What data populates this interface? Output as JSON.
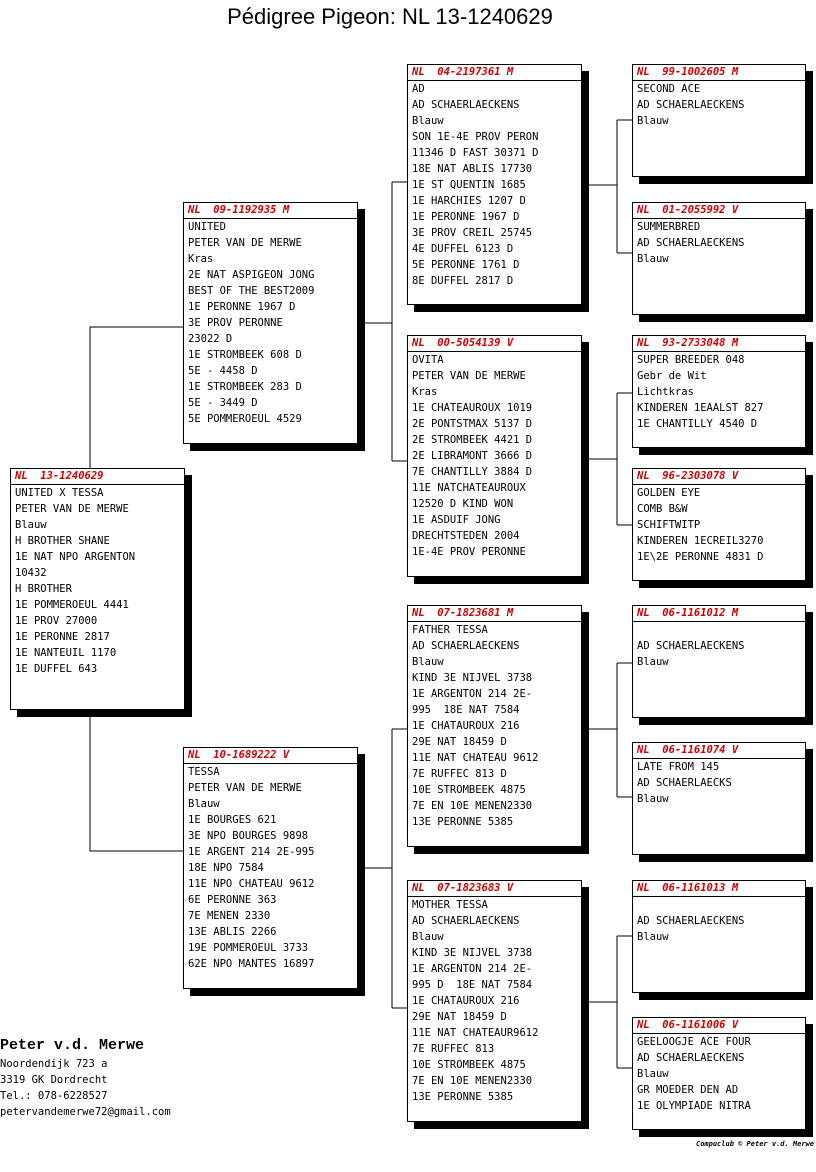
{
  "title": "Pédigree Pigeon: NL  13-1240629",
  "cards": {
    "subject": {
      "ring": "NL  13-1240629",
      "lines": [
        "UNITED X TESSA",
        "PETER VAN DE MERWE",
        "Blauw",
        "H BROTHER SHANE",
        "1E NAT NPO ARGENTON",
        "10432",
        "H BROTHER",
        "1E POMMEROEUL 4441",
        "1E PROV 27000",
        "1E PERONNE 2817",
        "1E NANTEUIL 1170",
        "1E DUFFEL 643"
      ]
    },
    "sire": {
      "ring": "NL  09-1192935 M",
      "lines": [
        "UNITED",
        "PETER VAN DE MERWE",
        "Kras",
        "2E NAT ASPIGEON JONG",
        "BEST OF THE BEST2009",
        "1E PERONNE 1967 D",
        "3E PROV PERONNE",
        "23022 D",
        "1E STROMBEEK 608 D",
        "5E - 4458 D",
        "1E STROMBEEK 283 D",
        "5E - 3449 D",
        "5E POMMEROEUL 4529"
      ]
    },
    "dam": {
      "ring": "NL  10-1689222 V",
      "lines": [
        "TESSA",
        "PETER VAN DE MERWE",
        "Blauw",
        "1E BOURGES 621",
        "3E NPO BOURGES 9898",
        "1E ARGENT 214 2E-995",
        "18E NPO 7584",
        "11E NPO CHATEAU 9612",
        "6E PERONNE 363",
        "7E MENEN 2330",
        "13E ABLIS 2266",
        "19E POMMEROEUL 3733",
        "62E NPO MANTES 16897"
      ]
    },
    "ss": {
      "ring": "NL  04-2197361 M",
      "lines": [
        "AD",
        "AD SCHAERLAECKENS",
        "Blauw",
        "SON 1E-4E PROV PERON",
        "11346 D FAST 30371 D",
        "18E NAT ABLIS 17730",
        "1E ST QUENTIN 1685",
        "1E HARCHIES 1207 D",
        "1E PERONNE 1967 D",
        "3E PROV CREIL 25745",
        "4E DUFFEL 6123 D",
        "5E PERONNE 1761 D",
        "8E DUFFEL 2817 D"
      ]
    },
    "sd": {
      "ring": "NL  00-5054139 V",
      "lines": [
        "OVITA",
        "PETER VAN DE MERWE",
        "Kras",
        "1E CHATEAUROUX 1019",
        "2E PONTSTMAX 5137 D",
        "2E STROMBEEK 4421 D",
        "2E LIBRAMONT 3666 D",
        "7E CHANTILLY 3884 D",
        "11E NATCHATEAUROUX",
        "12520 D KIND WON",
        "1E ASDUIF JONG",
        "DRECHTSTEDEN 2004",
        "1E-4E PROV PERONNE"
      ]
    },
    "ds": {
      "ring": "NL  07-1823681 M",
      "lines": [
        "FATHER TESSA",
        "AD SCHAERLAECKENS",
        "Blauw",
        "KIND 3E NIJVEL 3738",
        "1E ARGENTON 214 2E-",
        "995  18E NAT 7584",
        "1E CHATAUROUX 216",
        "29E NAT 18459 D",
        "11E NAT CHATEAU 9612",
        "7E RUFFEC 813 D",
        "10E STROMBEEK 4875",
        "7E EN 10E MENEN2330",
        "13E PERONNE 5385"
      ]
    },
    "dd": {
      "ring": "NL  07-1823683 V",
      "lines": [
        "MOTHER TESSA",
        "AD SCHAERLAECKENS",
        "Blauw",
        "KIND 3E NIJVEL 3738",
        "1E ARGENTON 214 2E-",
        "995 D  18E NAT 7584",
        "1E CHATAUROUX 216",
        "29E NAT 18459 D",
        "11E NAT CHATEAUR9612",
        "7E RUFFEC 813",
        "10E STROMBEEK 4875",
        "7E EN 10E MENEN2330",
        "13E PERONNE 5385"
      ]
    },
    "sss": {
      "ring": "NL  99-1002605 M",
      "lines": [
        "SECOND ACE",
        "AD SCHAERLAECKENS",
        "Blauw"
      ]
    },
    "ssd": {
      "ring": "NL  01-2055992 V",
      "lines": [
        "SUMMERBRED",
        "AD SCHAERLAECKENS",
        "Blauw"
      ]
    },
    "sds": {
      "ring": "NL  93-2733048 M",
      "lines": [
        "SUPER BREEDER 048",
        "Gebr de Wit",
        "Lichtkras",
        "KINDEREN 1EAALST 827",
        "1E CHANTILLY 4540 D"
      ]
    },
    "sdd": {
      "ring": "NL  96-2303078 V",
      "lines": [
        "GOLDEN EYE",
        "COMB B&W",
        "SCHIFTWITP",
        "KINDEREN 1ECREIL3270",
        "1E\\2E PERONNE 4831 D"
      ]
    },
    "dss": {
      "ring": "NL  06-1161012 M",
      "lines": [
        "",
        "AD SCHAERLAECKENS",
        "Blauw"
      ]
    },
    "dsd": {
      "ring": "NL  06-1161074 V",
      "lines": [
        "LATE FROM 145",
        "AD SCHAERLAECKS",
        "Blauw"
      ]
    },
    "dds": {
      "ring": "NL  06-1161013 M",
      "lines": [
        "",
        "AD SCHAERLAECKENS",
        "Blauw"
      ]
    },
    "ddd": {
      "ring": "NL  06-1161006 V",
      "lines": [
        "GEELOOGJE ACE FOUR",
        "AD SCHAERLAECKENS",
        "Blauw",
        "GR MOEDER DEN AD",
        "1E OLYMPIADE NITRA"
      ]
    }
  },
  "owner": {
    "name": "Peter v.d. Merwe",
    "address": "Noordendijk 723 a",
    "city": "3319 GK  Dordrecht",
    "phone": "Tel.: 078-6228527",
    "email": "petervandemerwe72@gmail.com"
  },
  "credit": "Compuclub © Peter v.d. Merwe"
}
